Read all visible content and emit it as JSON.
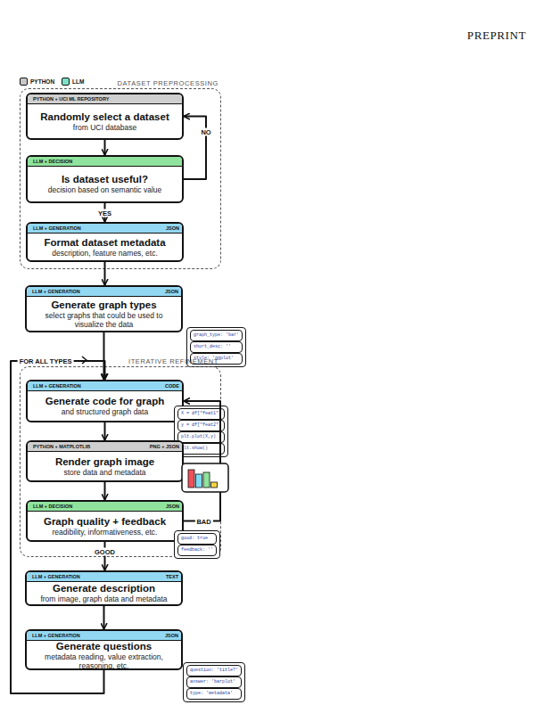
{
  "diagram": {
    "nodes": [
      {
        "text": [
          "DATASET PREPROCESSING"
        ]
      },
      {
        "text": [
          "PYTHON + UCI ML REPOSITORY",
          "Randomly select a dataset",
          "from UCI database"
        ],
        "in": 0
      },
      {
        "text": [
          "LLM + DECISION",
          "Is dataset useful?",
          "decision based on semantic value"
        ],
        "in": 0
      },
      {
        "text": [
          "LLM + GENERATION",
          "JSON",
          "Format dataset metadata",
          "description, feature names, etc."
        ],
        "in": 0
      },
      {
        "text": [
          "LLM + GENERATION",
          "JSON",
          "Generate graph types",
          "select graphs that could be used to visualize the data"
        ]
      },
      {
        "text": [
          "graph_type: 'bar'",
          "short_desc: ''",
          "style: 'ggplot'"
        ],
        "in": 4
      },
      {
        "text": [
          "ITERATIVE REFINEMENT"
        ]
      },
      {
        "text": [
          "LLM + GENERATION",
          "CODE",
          "Generate code for graph",
          "and structured graph data"
        ],
        "in": 6
      },
      {
        "text": [
          "X = df[\"feat1\"]",
          "y = df[\"feat2\"]",
          "plt.plot(X,y)",
          "plt.show()"
        ],
        "in": 7
      },
      {
        "text": [
          "PYTHON + MATPLOTLIB",
          "PNG + JSON",
          "Render graph image",
          "store data and metadata"
        ],
        "in": 6
      },
      {
        "text": [
          "LLM + DECISION",
          "JSON",
          "Graph quality + feedback",
          "readibility, informativeness, etc."
        ],
        "in": 6
      },
      {
        "text": [
          "good: true",
          "feedback: ''"
        ],
        "in": 10
      },
      {
        "text": [
          "LLM + GENERATION",
          "TEXT",
          "Generate description",
          "from image, graph data and metadata"
        ]
      },
      {
        "text": [
          "LLM + GENERATION",
          "JSON",
          "Generate questions",
          "metadata reading, value extraction, reasoning, etc."
        ]
      },
      {
        "text": [
          "question: 'title?'",
          "answer: 'barplot'",
          "type: 'metadata'"
        ],
        "in": 13
      }
    ],
    "edges": [
      {
        "from": 1,
        "to": 2,
        "arrow": "to"
      },
      {
        "from": 2,
        "to": 1,
        "label": "NO",
        "arrow": "to"
      },
      {
        "from": 2,
        "to": 3,
        "label": "YES",
        "arrow": "to"
      },
      {
        "from": 3,
        "to": 4,
        "arrow": "to"
      },
      {
        "from": 4,
        "to": 7,
        "arrow": "to"
      },
      {
        "from": 7,
        "to": 9,
        "arrow": "to"
      },
      {
        "from": 9,
        "to": 10,
        "arrow": "to"
      },
      {
        "from": 10,
        "to": 7,
        "label": "BAD",
        "arrow": "to"
      },
      {
        "from": 10,
        "to": 12,
        "label": "GOOD",
        "arrow": "to"
      },
      {
        "from": 12,
        "to": 13,
        "arrow": "to"
      },
      {
        "from": 13,
        "to": 7,
        "label": "FOR ALL TYPES",
        "arrow": "to"
      }
    ],
    "labels": [
      "PREPRINT"
    ],
    "legend": [
      {
        "text": "PYTHON",
        "color": "#c8c8c8"
      },
      {
        "text": "LLM",
        "color": "#7fe0c6"
      }
    ]
  }
}
